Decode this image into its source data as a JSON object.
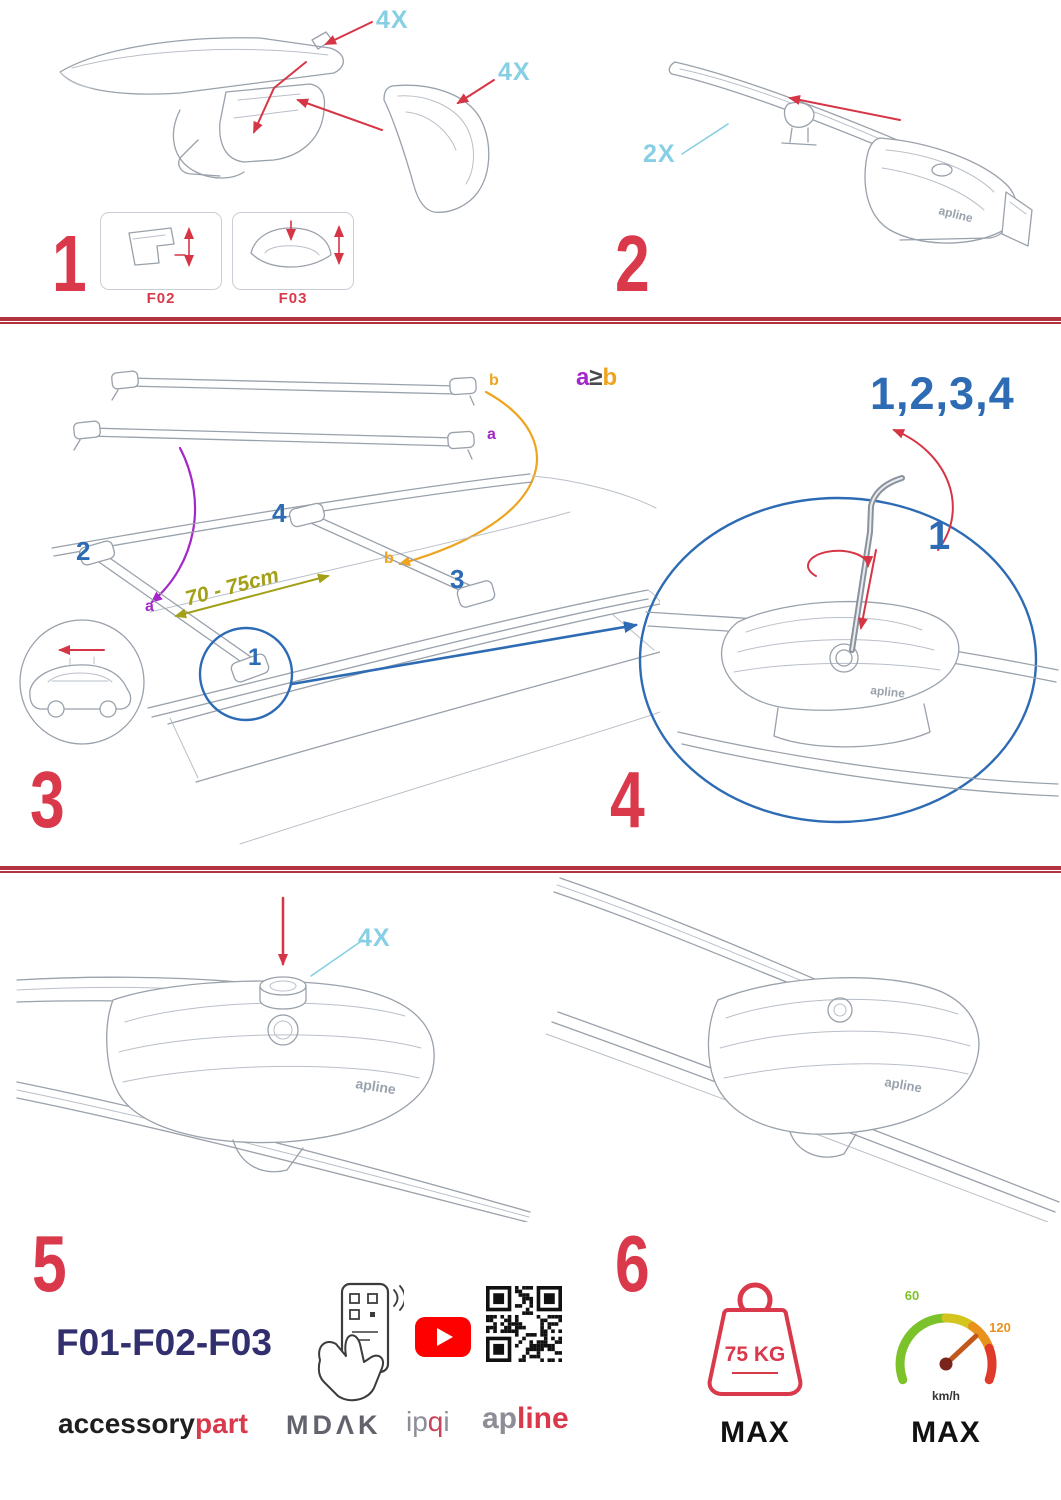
{
  "steps": {
    "s1": {
      "num": "1",
      "qty_a": "4X",
      "qty_b": "4X",
      "inset_f02": "F02",
      "inset_f03": "F03"
    },
    "s2": {
      "num": "2",
      "qty": "2X"
    },
    "s3": {
      "num": "3",
      "bar_b": "b",
      "bar_a": "a",
      "cmp_a": "a",
      "cmp_op": "≥",
      "cmp_b": "b",
      "foot_2": "2",
      "foot_4": "4",
      "foot_3": "3",
      "foot_1": "1",
      "pt_a": "a",
      "pt_b": "b",
      "dim": "70 - 75cm"
    },
    "s4": {
      "num": "4",
      "sequence": "1,2,3,4",
      "first": "1"
    },
    "s5": {
      "num": "5",
      "qty": "4X"
    },
    "s6": {
      "num": "6"
    }
  },
  "footer": {
    "codes": "F01-F02-F03",
    "brand_accessory": "accessory",
    "brand_part": "part",
    "brand_mdak": "MDΛK",
    "brand_ip": "ip",
    "brand_q": "q",
    "brand_i": "i",
    "brand_ap": "ap",
    "brand_line": "line",
    "foot_logo": "apline",
    "weight_value": "75 KG",
    "weight_max": "MAX",
    "speed_low": "60",
    "speed_high": "120",
    "speed_unit": "km/h",
    "speed_max": "MAX"
  },
  "colors": {
    "step_red": "#d9394a",
    "cyan": "#87cfe4",
    "blue": "#2d6bb4",
    "purple": "#a428c8",
    "orange": "#eea41e",
    "olive": "#a3a018",
    "navy": "#312f6e",
    "arrow_red": "#d63545"
  }
}
